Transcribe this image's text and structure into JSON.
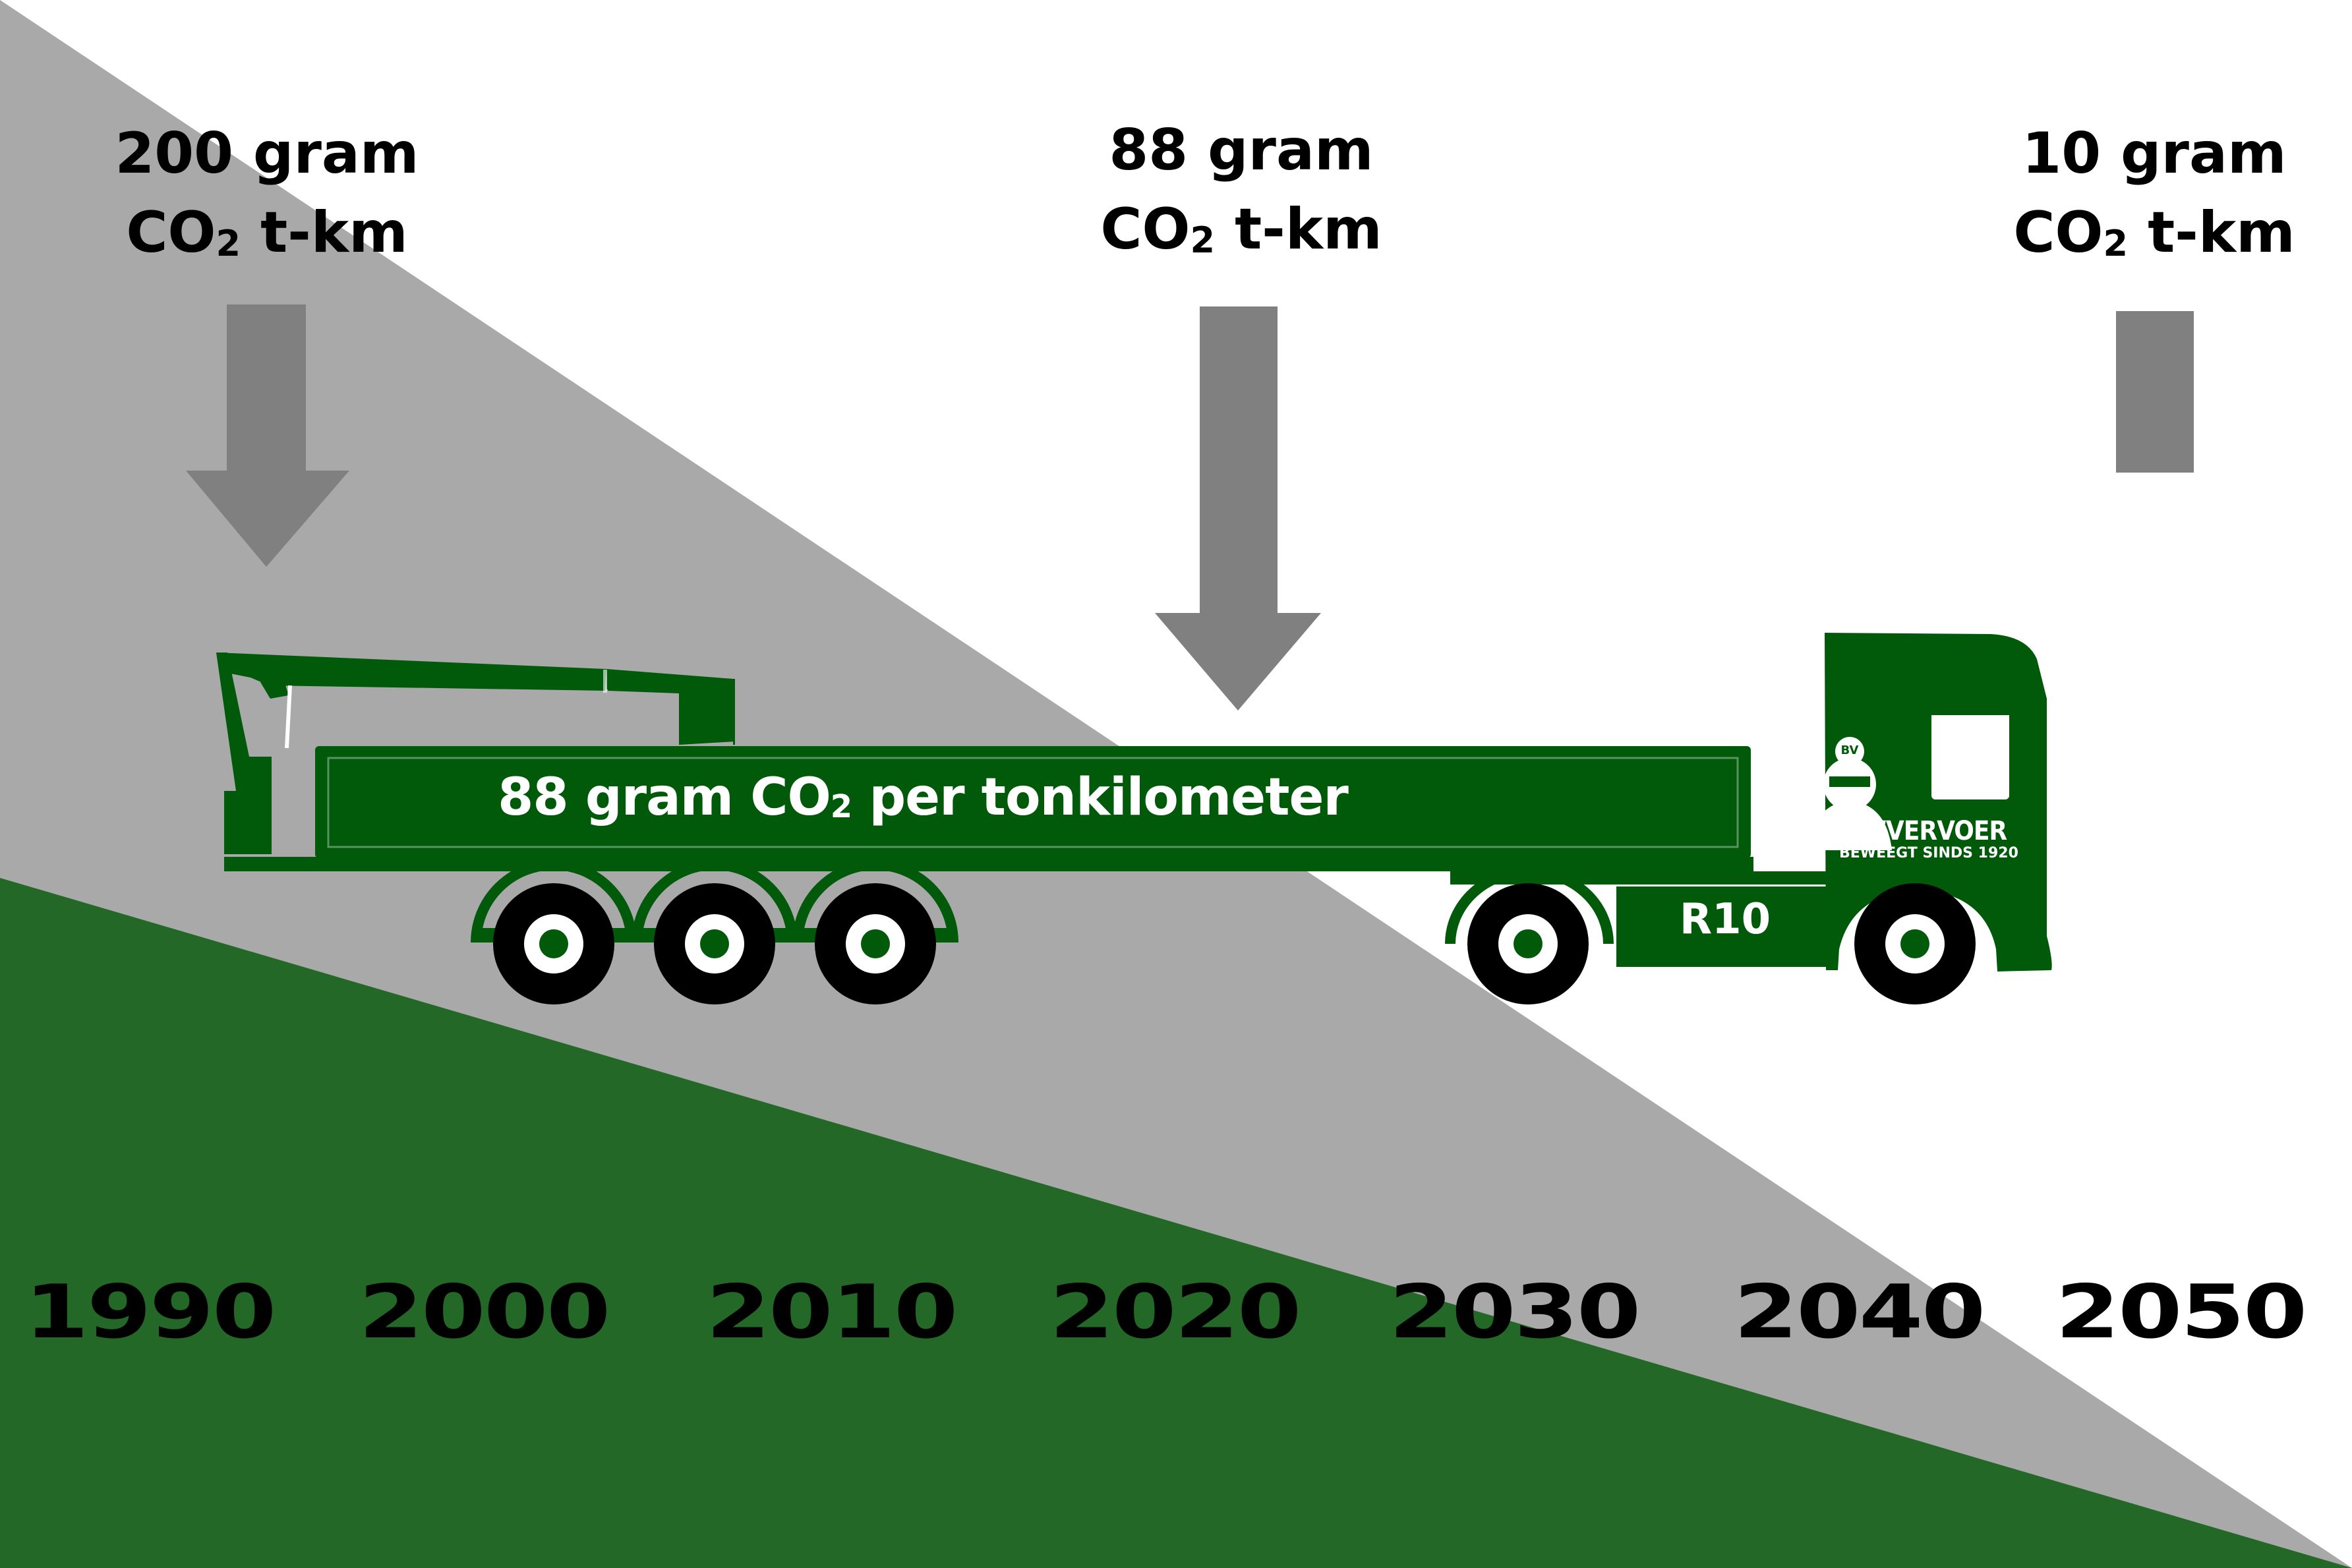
{
  "colors": {
    "background": "#ffffff",
    "grey_band": "#a9a9a9",
    "green_band": "#246828",
    "truck_green": "#005a0a",
    "arrow_grey": "#808080",
    "text": "#000000"
  },
  "callouts": [
    {
      "year": "1990",
      "amount": "200 gram",
      "unit_prefix": "CO",
      "unit_sub": "2",
      "unit_suffix": " t-km"
    },
    {
      "year": "2020",
      "amount": "88 gram",
      "unit_prefix": "CO",
      "unit_sub": "2",
      "unit_suffix": " t-km"
    },
    {
      "year": "2050",
      "amount": "10 gram",
      "unit_prefix": "CO",
      "unit_sub": "2",
      "unit_suffix": " t-km"
    }
  ],
  "truck": {
    "banner": {
      "prefix": "88 gram CO",
      "sub": "2",
      "suffix": " per tonkilometer"
    },
    "plate": "R10",
    "logo": {
      "initials": "BV",
      "brand": "BOUWVERVOER",
      "tagline": "BEWEEGT SINDS 1920"
    }
  },
  "timeline": [
    "1990",
    "2000",
    "2010",
    "2020",
    "2030",
    "2040",
    "2050"
  ]
}
